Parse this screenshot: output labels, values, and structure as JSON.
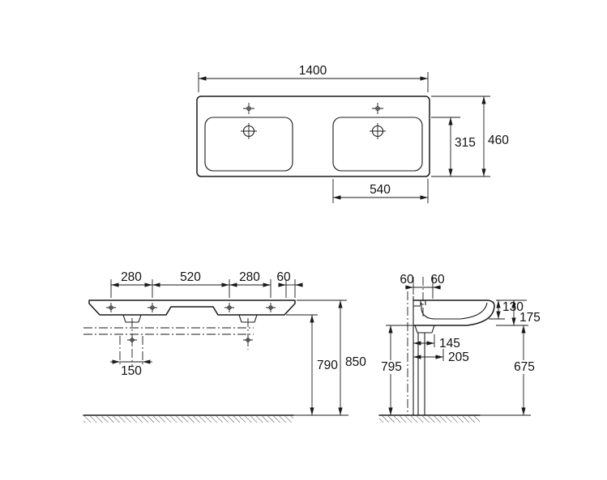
{
  "drawing": {
    "top_view": {
      "width": "1400",
      "depth_total": "460",
      "depth_basin": "315",
      "basin_width": "540"
    },
    "front_view": {
      "offset_left": "280",
      "center_span": "520",
      "offset_right": "280",
      "edge_offset": "60",
      "drain_span": "150",
      "height_underside": "790",
      "height_top": "850"
    },
    "side_view": {
      "tap_offset_a": "60",
      "tap_offset_b": "60",
      "bowl_depth": "130",
      "body_depth": "175",
      "drain_offset_a": "145",
      "drain_offset_b": "205",
      "height_underside_wall": "795",
      "clearance": "675"
    }
  }
}
